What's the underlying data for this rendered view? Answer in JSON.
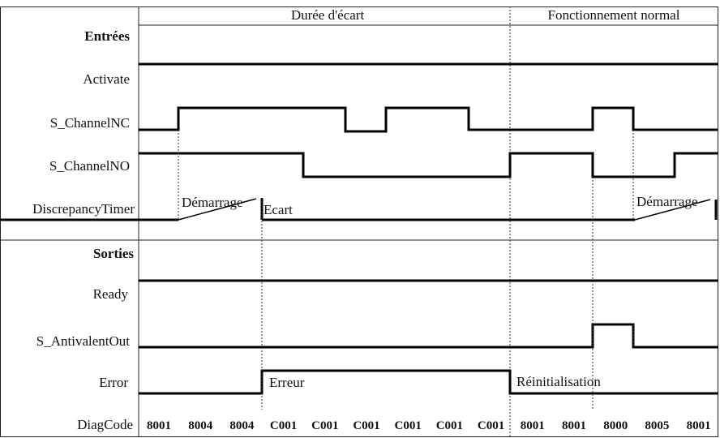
{
  "header": {
    "left_title": "Durée d'écart",
    "right_title": "Fonctionnement normal"
  },
  "inputs": {
    "section_label": "Entrées",
    "signals": [
      "Activate",
      "S_ChannelNC",
      "S_ChannelNO",
      "DiscrepancyTimer"
    ]
  },
  "outputs": {
    "section_label": "Sorties",
    "signals": [
      "Ready",
      "S_AntivalentOut",
      "Error",
      "DiagCode"
    ]
  },
  "annotations": {
    "start_1": "Démarrage",
    "discrepancy": "Ecart",
    "start_2": "Démarrage",
    "error": "Erreur",
    "reset": "Réinitialisation"
  },
  "diag_codes": [
    "8001",
    "8004",
    "8004",
    "C001",
    "C001",
    "C001",
    "C001",
    "C001",
    "C001",
    "8001",
    "8001",
    "8000",
    "8005",
    "8001"
  ],
  "colors": {
    "line": "#000000",
    "background": "#ffffff"
  }
}
